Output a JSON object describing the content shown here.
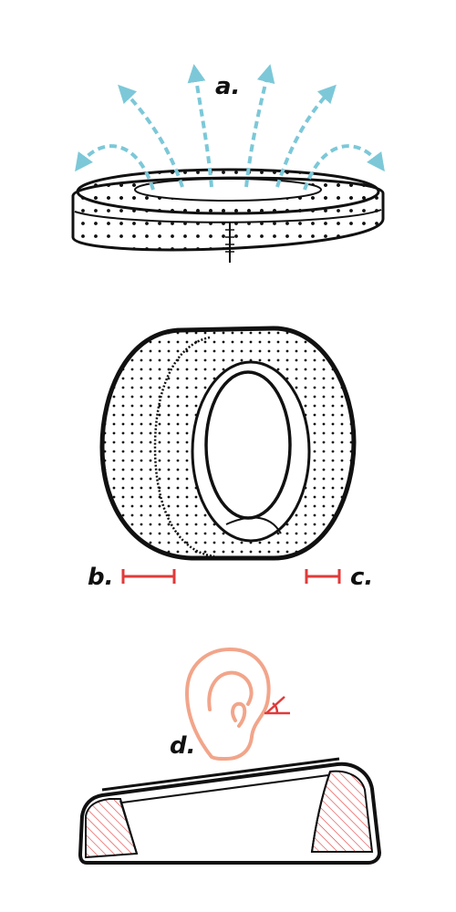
{
  "labels": {
    "a": "a.",
    "b": "b.",
    "c": "c.",
    "d": "d."
  },
  "colors": {
    "ink": "#111111",
    "airflow": "#7cc8d8",
    "measure": "#e03a3a",
    "ear": "#f2a58a",
    "hatch": "#e03a3a"
  }
}
